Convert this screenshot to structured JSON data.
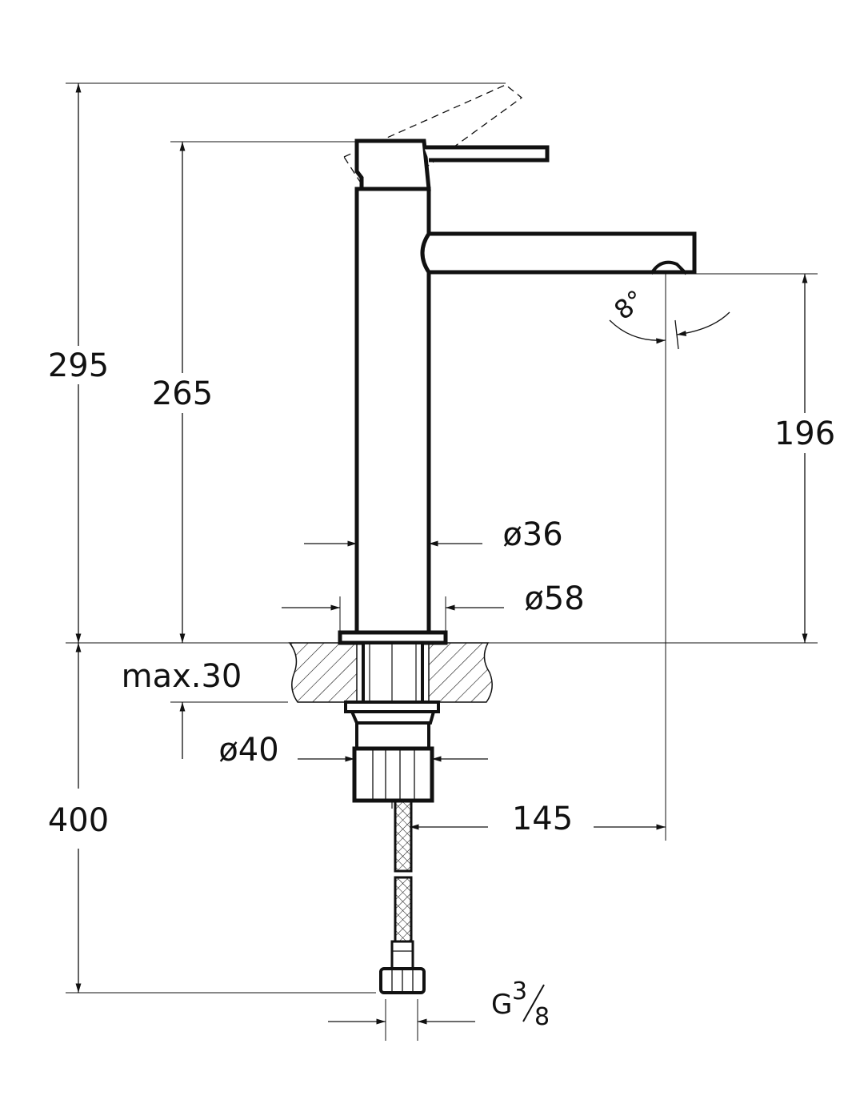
{
  "dimensions": {
    "total_height": "295",
    "body_height": "265",
    "spout_height": "196",
    "body_diameter": "ø36",
    "base_diameter": "ø58",
    "max_counter_thickness": "max.30",
    "nut_diameter": "ø40",
    "spout_reach": "145",
    "hose_length": "400",
    "spout_angle": "8°",
    "connection_thread_prefix": "G",
    "connection_thread_num": "3",
    "connection_thread_den": "8"
  },
  "colors": {
    "line": "#111111",
    "background": "#ffffff"
  }
}
